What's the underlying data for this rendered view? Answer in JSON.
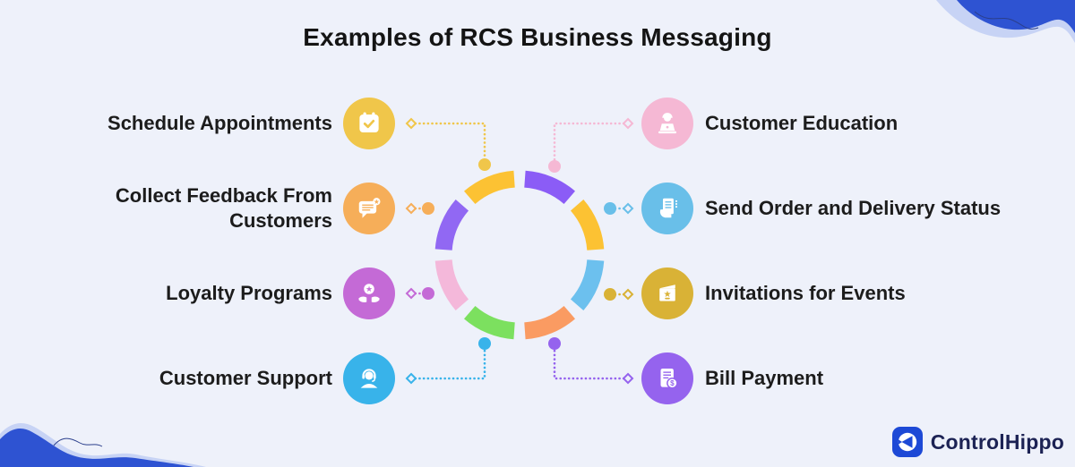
{
  "title": "Examples of RCS Business Messaging",
  "colors": {
    "background": "#eef1fa",
    "heading_text": "#141414",
    "label_text": "#1c1c1c",
    "wave_blue": "#2e53d2",
    "wave_light": "#c7d3f5",
    "wave_line": "#2b3f8c",
    "logo_blue": "#1d49d6",
    "logo_text": "#1c2254"
  },
  "ring": {
    "segments": [
      {
        "position": "top-right",
        "color": "#8b5cf6"
      },
      {
        "position": "right-upper",
        "color": "#fcc233"
      },
      {
        "position": "right-lower",
        "color": "#6cc0ee"
      },
      {
        "position": "bottom-right",
        "color": "#fa9b62"
      },
      {
        "position": "bottom-left",
        "color": "#7ce05f"
      },
      {
        "position": "left-lower",
        "color": "#f4b8da"
      },
      {
        "position": "left-upper",
        "color": "#9168f3"
      },
      {
        "position": "top-left",
        "color": "#fcc233"
      }
    ]
  },
  "items": [
    {
      "label": "Schedule Appointments",
      "icon": "calendar-check-icon",
      "color": "#f0c64a",
      "side": "left"
    },
    {
      "label": "Collect Feedback From Customers",
      "icon": "feedback-chat-icon",
      "color": "#f6ae59",
      "side": "left"
    },
    {
      "label": "Loyalty Programs",
      "icon": "loyalty-hands-badge-icon",
      "color": "#c46ad6",
      "side": "left"
    },
    {
      "label": "Customer Support",
      "icon": "support-agent-icon",
      "color": "#38b3ea",
      "side": "left"
    },
    {
      "label": "Customer Education",
      "icon": "online-learning-icon",
      "color": "#f5b8d4",
      "side": "right"
    },
    {
      "label": "Send Order and Delivery Status",
      "icon": "order-receipt-icon",
      "color": "#69bfe9",
      "side": "right"
    },
    {
      "label": "Invitations for Events",
      "icon": "invitation-card-icon",
      "color": "#d9b236",
      "side": "right"
    },
    {
      "label": "Bill Payment",
      "icon": "bill-payment-icon",
      "color": "#9563ee",
      "side": "right"
    }
  ],
  "logo": {
    "name": "ControlHippo"
  }
}
